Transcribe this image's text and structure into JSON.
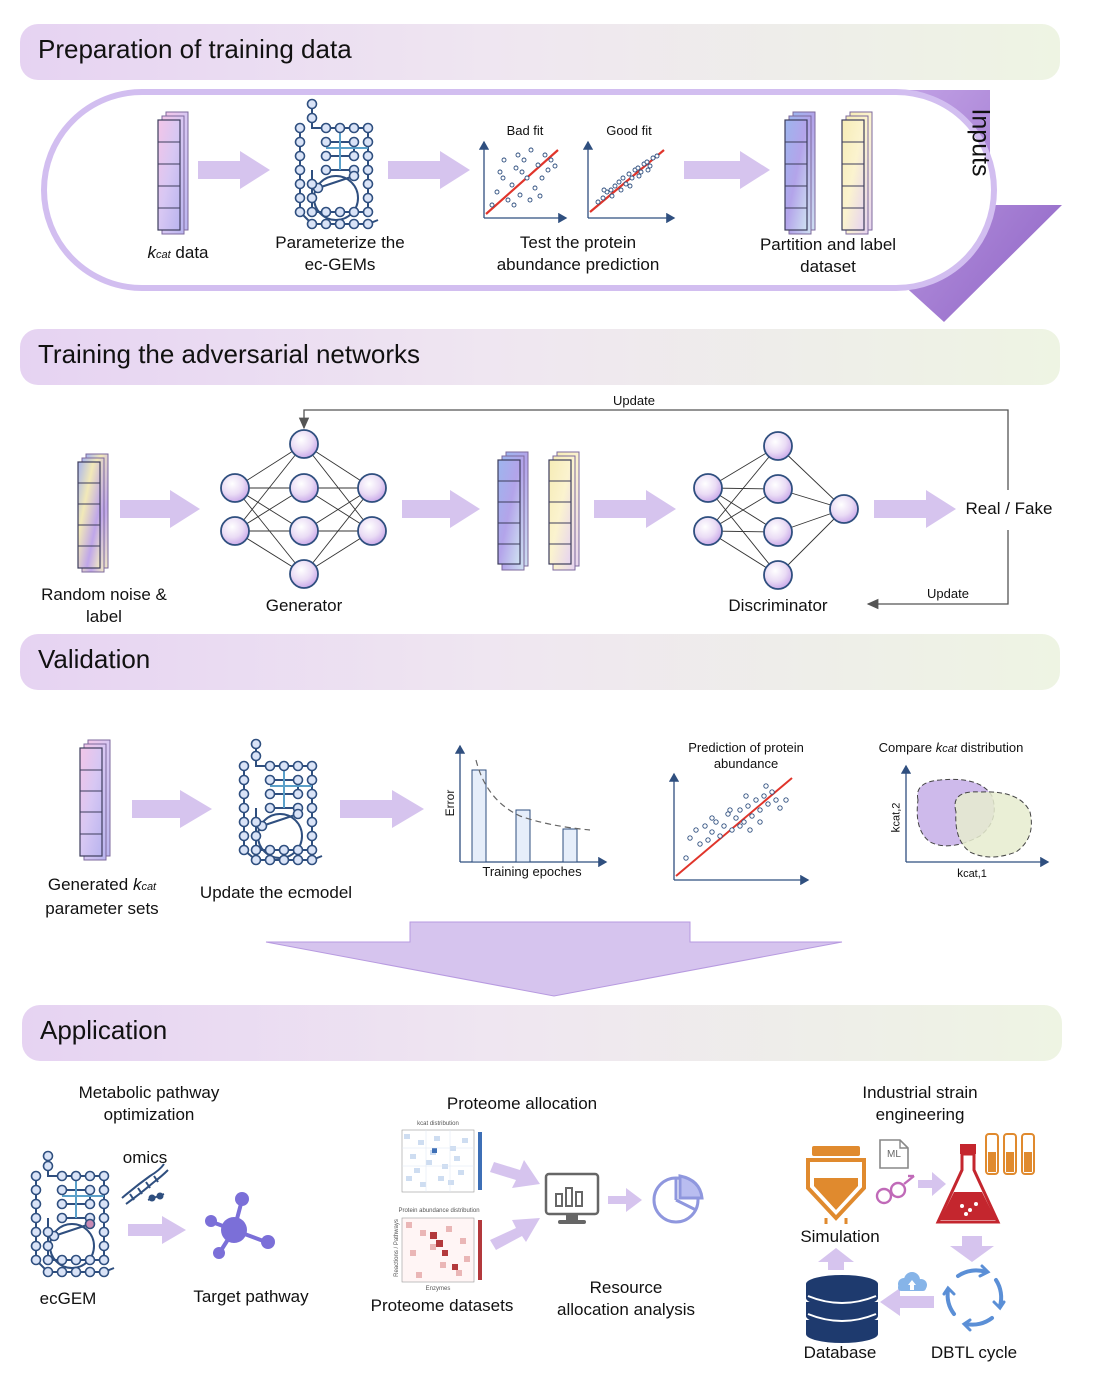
{
  "sections": {
    "prep": {
      "title": "Preparation of training data"
    },
    "train": {
      "title": "Training the adversarial networks"
    },
    "valid": {
      "title": "Validation"
    },
    "app": {
      "title": "Application"
    }
  },
  "prep": {
    "kcat_k": "k",
    "kcat_sub": "cat",
    "kcat_rest": " data",
    "param_line1": "Parameterize the",
    "param_line2": "ec-GEMs",
    "bad_fit": "Bad fit",
    "good_fit": "Good fit",
    "test_line1": "Test the protein",
    "test_line2": "abundance prediction",
    "partition_line1": "Partition and label",
    "partition_line2": "dataset",
    "inputs": "Inputs"
  },
  "train": {
    "update_top": "Update",
    "update_bottom": "Update",
    "noise_line1": "Random noise &",
    "noise_line2": "label",
    "generator": "Generator",
    "discriminator": "Discriminator",
    "real_fake": "Real / Fake"
  },
  "valid": {
    "gen_prefix": "Generated ",
    "gen_k": "k",
    "gen_sub": "cat",
    "gen_line2": "parameter sets",
    "update_model": "Update the ecmodel",
    "error": "Error",
    "training_epochs": "Training epoches",
    "pred_line1": "Prediction of protein",
    "pred_line2": "abundance",
    "compare_prefix": "Compare ",
    "compare_k": "k",
    "compare_sub": "cat",
    "compare_suffix": " distribution",
    "axis_y": "k",
    "axis_y_sub": "cat,2",
    "axis_x": "k",
    "axis_x_sub": "cat,1"
  },
  "app": {
    "metabolic_line1": "Metabolic pathway",
    "metabolic_line2": "optimization",
    "omics": "omics",
    "ecgem": "ecGEM",
    "target_pathway": "Target pathway",
    "proteome_allocation": "Proteome allocation",
    "heatmap1_title": "kcat distribution",
    "heatmap2_title": "Protein abundance distribution",
    "heatmap_xlabel": "Enzymes",
    "heatmap_ylabel": "Reactions / Pathways",
    "proteome_datasets": "Proteome datasets",
    "resource_line1": "Resource",
    "resource_line2": "allocation analysis",
    "industrial_line1": "Industrial strain",
    "industrial_line2": "engineering",
    "ml": "ML",
    "simulation": "Simulation",
    "database": "Database",
    "dbtl": "DBTL cycle"
  },
  "colors": {
    "arrow": "#d6c4ee",
    "node_stroke": "#2f4f7f",
    "purple_dark": "#9a6fc9",
    "fit_line": "#e0352b",
    "orange": "#e08a2e",
    "red": "#c4262e",
    "db_navy": "#1e3a6e",
    "dbtl_blue": "#5b8fd6"
  }
}
